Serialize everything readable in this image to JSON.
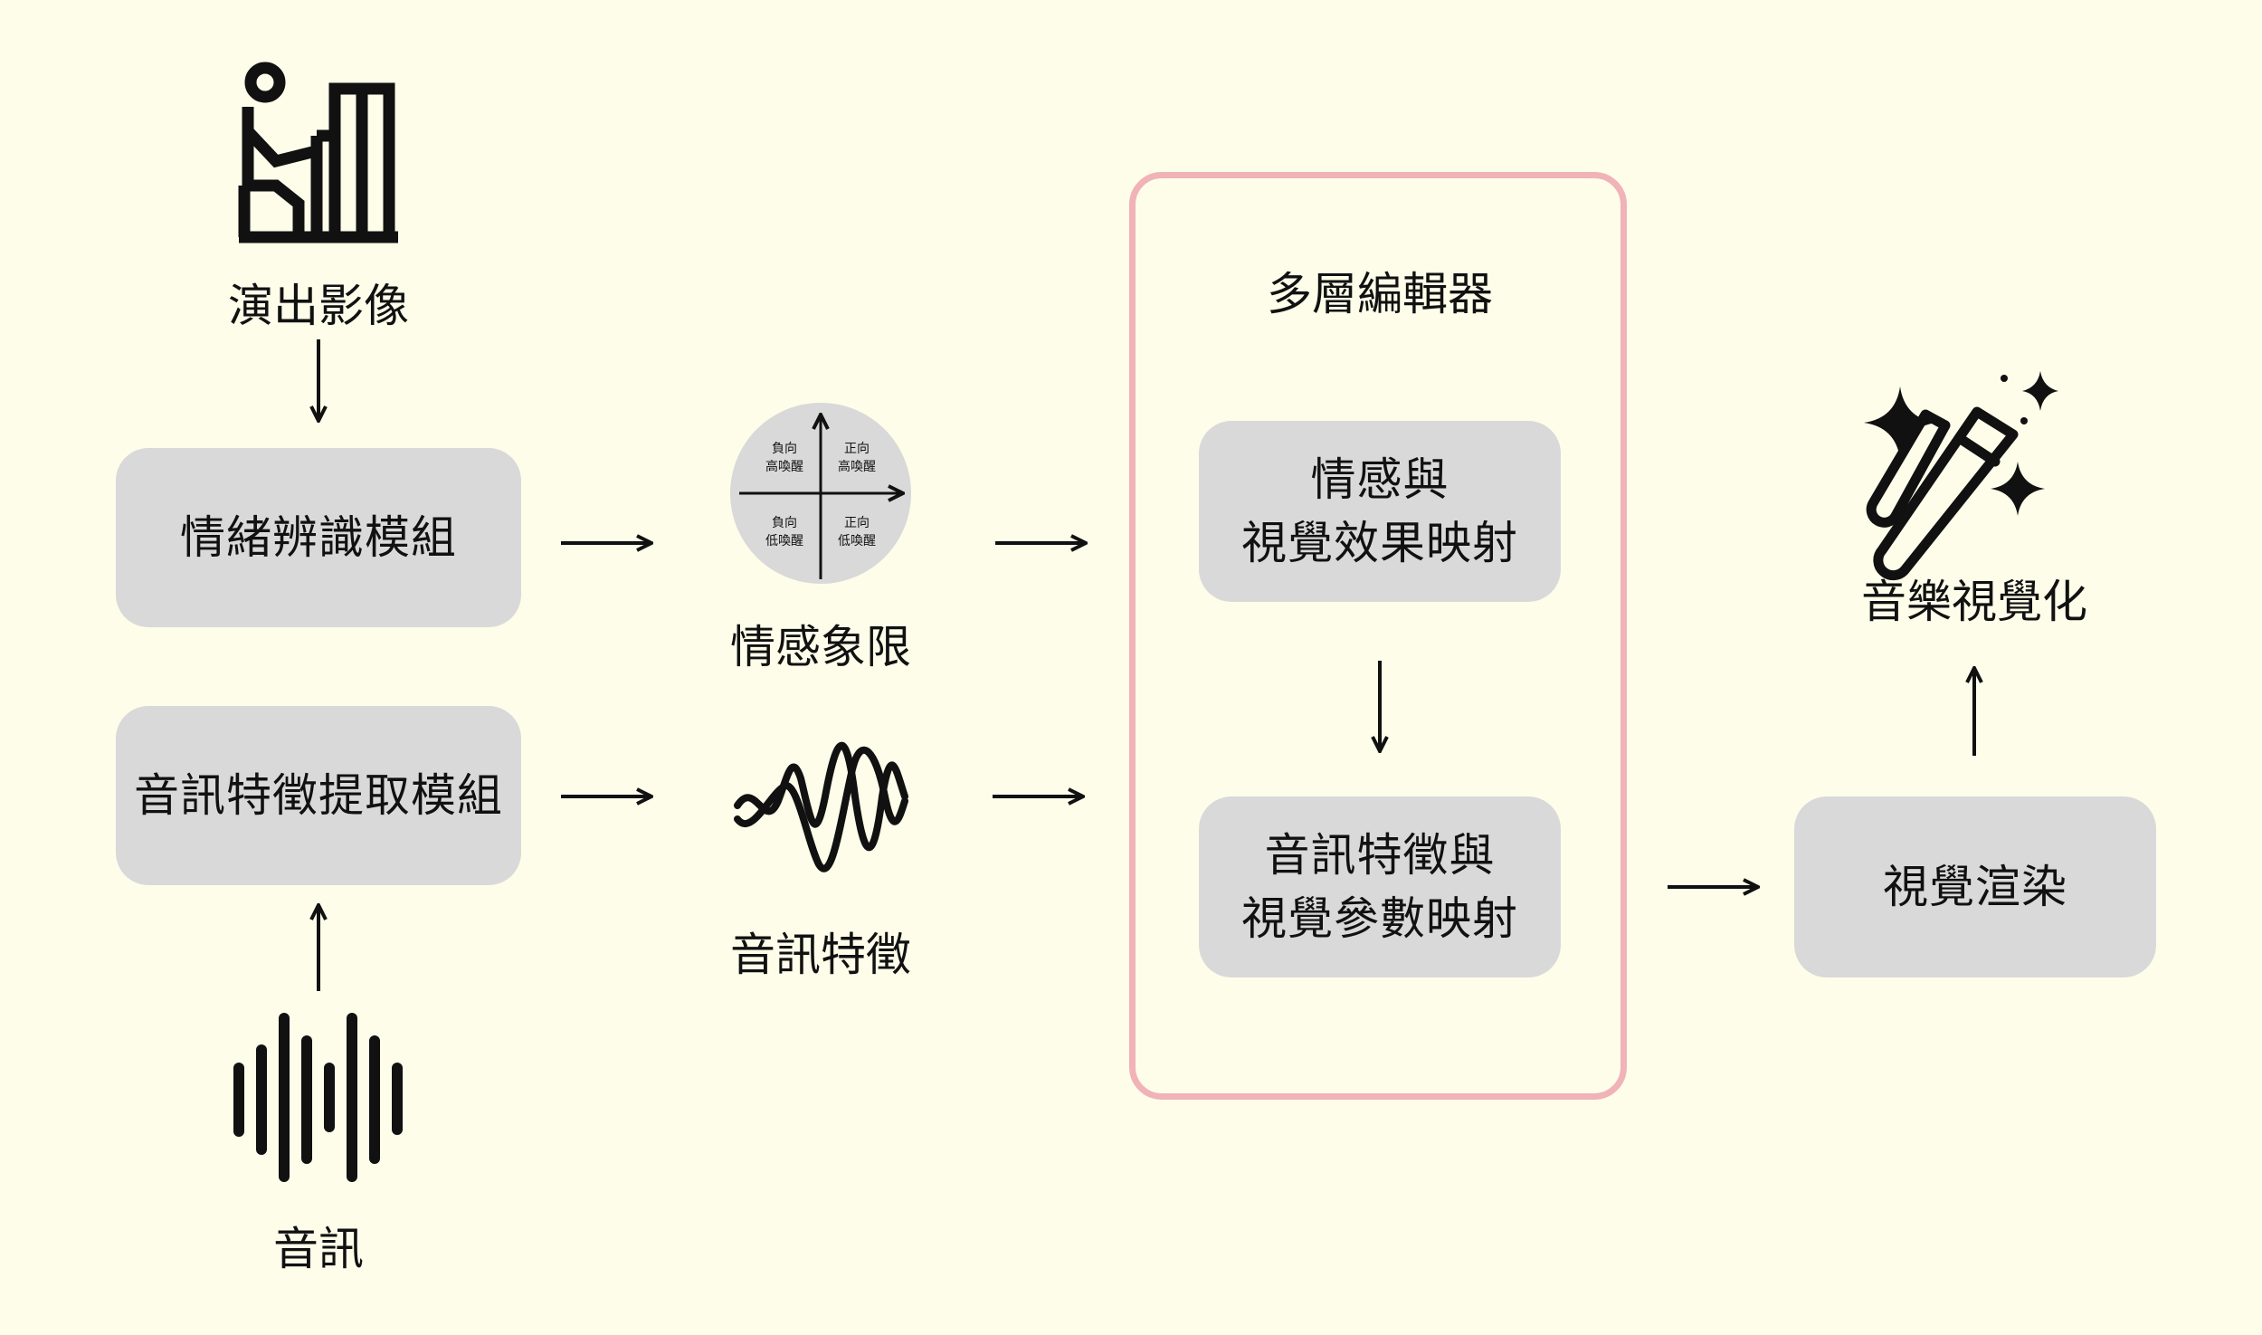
{
  "nodes": {
    "performance_video": "演出影像",
    "emotion_module": "情緒辨識模組",
    "audio_feature_module": "音訊特徵提取模組",
    "audio": "音訊",
    "emotion_quadrant": "情感象限",
    "audio_features": "音訊特徵",
    "editor_title": "多層編輯器",
    "emotion_mapping_line1": "情感與",
    "emotion_mapping_line2": "視覺效果映射",
    "audio_mapping_line1": "音訊特徵與",
    "audio_mapping_line2": "視覺參數映射",
    "visual_render": "視覺渲染",
    "music_visualization": "音樂視覺化"
  },
  "quadrant": {
    "top_left": [
      "負向",
      "高喚醒"
    ],
    "top_right": [
      "正向",
      "高喚醒"
    ],
    "bottom_left": [
      "負向",
      "低喚醒"
    ],
    "bottom_right": [
      "正向",
      "低喚醒"
    ]
  },
  "icons": {
    "performance": "pianist-icon",
    "audio": "sound-wave-icon",
    "features": "waveform-icon",
    "visualization": "magic-wand-icon"
  },
  "colors": {
    "background": "#fdfdea",
    "box": "#d9d9d9",
    "editor_border": "#f0b3b8"
  }
}
